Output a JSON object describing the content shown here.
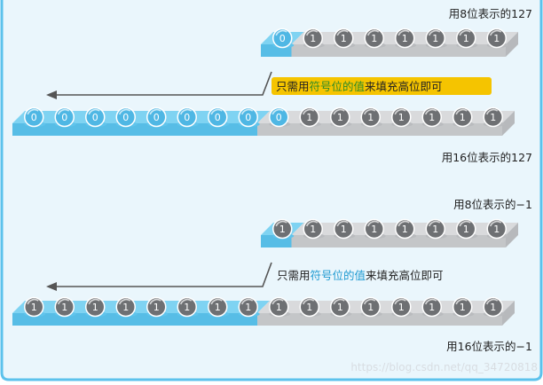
{
  "colors": {
    "background": "#eaf6fc",
    "frame": "#5cc2ec",
    "tray_blue": "#7fd3f2",
    "tray_blue_dark": "#57bde6",
    "tray_gray": "#d9dadc",
    "tray_gray_dark": "#c4c6c8",
    "ball_gray": "#6e7073",
    "ball_blue": "#4fb7e4",
    "highlight_bg": "#f5c400",
    "accent_green": "#3aa236",
    "accent_blue": "#1f9ad1",
    "arrow": "#555555"
  },
  "example_positive": {
    "label_8bit": "用8位表示的127",
    "label_16bit": "用16位表示的127",
    "bits_8": [
      "0",
      "1",
      "1",
      "1",
      "1",
      "1",
      "1",
      "1"
    ],
    "bits_16": [
      "0",
      "0",
      "0",
      "0",
      "0",
      "0",
      "0",
      "0",
      "0",
      "1",
      "1",
      "1",
      "1",
      "1",
      "1",
      "1"
    ],
    "note": {
      "prefix": "只需用",
      "highlight": "符号位的值",
      "suffix": "来填充高位即可",
      "highlighted_background": true
    }
  },
  "example_negative": {
    "label_8bit": "用8位表示的−1",
    "label_16bit": "用16位表示的−1",
    "bits_8": [
      "1",
      "1",
      "1",
      "1",
      "1",
      "1",
      "1",
      "1"
    ],
    "bits_16": [
      "1",
      "1",
      "1",
      "1",
      "1",
      "1",
      "1",
      "1",
      "1",
      "1",
      "1",
      "1",
      "1",
      "1",
      "1",
      "1"
    ],
    "note": {
      "prefix": "只需用",
      "highlight": "符号位的值",
      "suffix": "来填充高位即可",
      "highlighted_background": false
    }
  },
  "watermark": "https://blog.csdn.net/qq_34720818"
}
